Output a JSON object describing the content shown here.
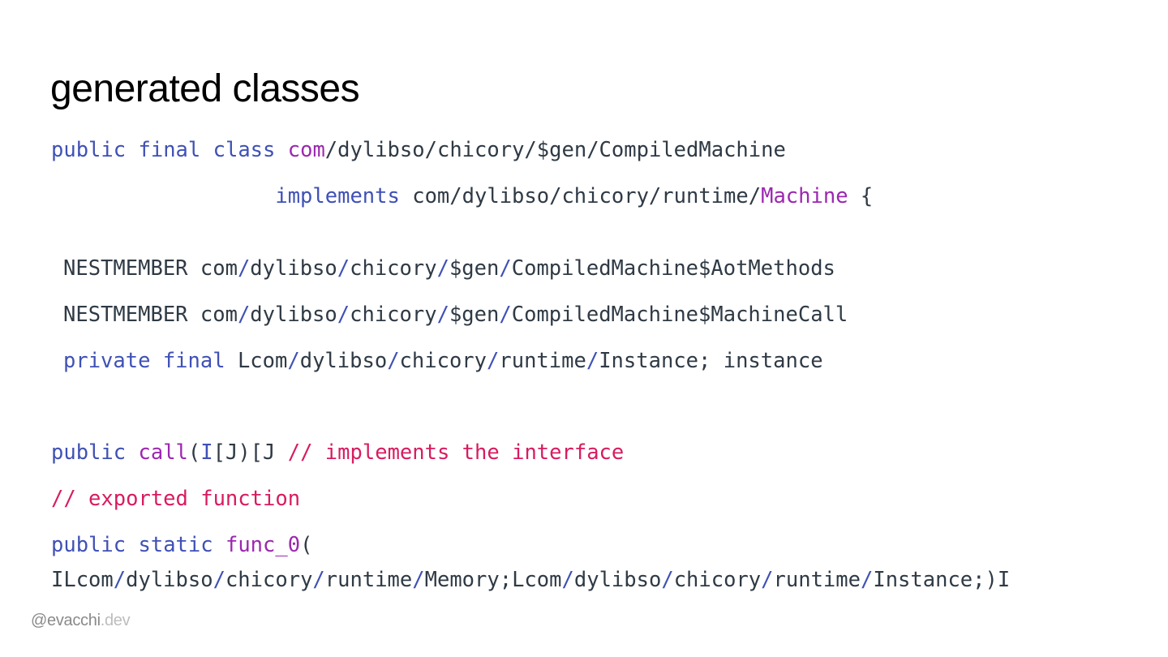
{
  "slide": {
    "title": "generated classes",
    "footer": {
      "handle": "@evacchi",
      "domain": ".dev"
    }
  },
  "colors": {
    "keyword": "#3f51b5",
    "name": "#9c27b0",
    "comment": "#d81b60",
    "text": "#2f3a45",
    "footer_handle": "#8a8a8a",
    "footer_domain": "#bdbdbd"
  },
  "code": {
    "lines": [
      {
        "indent": 0,
        "tokens": [
          {
            "t": "public",
            "k": "keyword"
          },
          {
            "t": " ",
            "k": "text"
          },
          {
            "t": "final",
            "k": "keyword"
          },
          {
            "t": " ",
            "k": "text"
          },
          {
            "t": "class",
            "k": "keyword"
          },
          {
            "t": " ",
            "k": "text"
          },
          {
            "t": "com",
            "k": "name"
          },
          {
            "t": "/dylibso/chicory/$gen/CompiledMachine",
            "k": "text"
          }
        ]
      },
      {
        "indent": 0,
        "tokens": [
          {
            "t": "                  ",
            "k": "text"
          },
          {
            "t": "implements",
            "k": "keyword"
          },
          {
            "t": " com/dylibso/chicory/runtime/",
            "k": "text"
          },
          {
            "t": "Machine",
            "k": "name"
          },
          {
            "t": " {",
            "k": "text"
          }
        ]
      },
      {
        "indent": 1,
        "tokens": [
          {
            "t": "NESTMEMBER com",
            "k": "text"
          },
          {
            "t": "/",
            "k": "keyword"
          },
          {
            "t": "dylibso",
            "k": "text"
          },
          {
            "t": "/",
            "k": "keyword"
          },
          {
            "t": "chicory",
            "k": "text"
          },
          {
            "t": "/",
            "k": "keyword"
          },
          {
            "t": "$gen",
            "k": "text"
          },
          {
            "t": "/",
            "k": "keyword"
          },
          {
            "t": "CompiledMachine$AotMethods",
            "k": "text"
          }
        ]
      },
      {
        "indent": 1,
        "tokens": [
          {
            "t": "NESTMEMBER com",
            "k": "text"
          },
          {
            "t": "/",
            "k": "keyword"
          },
          {
            "t": "dylibso",
            "k": "text"
          },
          {
            "t": "/",
            "k": "keyword"
          },
          {
            "t": "chicory",
            "k": "text"
          },
          {
            "t": "/",
            "k": "keyword"
          },
          {
            "t": "$gen",
            "k": "text"
          },
          {
            "t": "/",
            "k": "keyword"
          },
          {
            "t": "CompiledMachine$MachineCall",
            "k": "text"
          }
        ]
      },
      {
        "indent": 1,
        "tokens": [
          {
            "t": "private",
            "k": "keyword"
          },
          {
            "t": " ",
            "k": "text"
          },
          {
            "t": "final",
            "k": "keyword"
          },
          {
            "t": " Lcom",
            "k": "text"
          },
          {
            "t": "/",
            "k": "keyword"
          },
          {
            "t": "dylibso",
            "k": "text"
          },
          {
            "t": "/",
            "k": "keyword"
          },
          {
            "t": "chicory",
            "k": "text"
          },
          {
            "t": "/",
            "k": "keyword"
          },
          {
            "t": "runtime",
            "k": "text"
          },
          {
            "t": "/",
            "k": "keyword"
          },
          {
            "t": "Instance; instance",
            "k": "text"
          }
        ]
      },
      {
        "indent": 0,
        "tokens": [
          {
            "t": "public",
            "k": "keyword"
          },
          {
            "t": " ",
            "k": "text"
          },
          {
            "t": "call",
            "k": "name"
          },
          {
            "t": "(",
            "k": "text"
          },
          {
            "t": "I",
            "k": "keyword"
          },
          {
            "t": "[J)[J ",
            "k": "text"
          },
          {
            "t": "// implements the interface",
            "k": "comment"
          }
        ]
      },
      {
        "indent": 0,
        "tokens": [
          {
            "t": "// exported function",
            "k": "comment"
          }
        ]
      },
      {
        "indent": 0,
        "tokens": [
          {
            "t": "public",
            "k": "keyword"
          },
          {
            "t": " ",
            "k": "text"
          },
          {
            "t": "static",
            "k": "keyword"
          },
          {
            "t": " ",
            "k": "text"
          },
          {
            "t": "func_0",
            "k": "name"
          },
          {
            "t": "(",
            "k": "text"
          }
        ]
      },
      {
        "indent": 0,
        "tokens": [
          {
            "t": "ILcom",
            "k": "text"
          },
          {
            "t": "/",
            "k": "keyword"
          },
          {
            "t": "dylibso",
            "k": "text"
          },
          {
            "t": "/",
            "k": "keyword"
          },
          {
            "t": "chicory",
            "k": "text"
          },
          {
            "t": "/",
            "k": "keyword"
          },
          {
            "t": "runtime",
            "k": "text"
          },
          {
            "t": "/",
            "k": "keyword"
          },
          {
            "t": "Memory;Lcom",
            "k": "text"
          },
          {
            "t": "/",
            "k": "keyword"
          },
          {
            "t": "dylibso",
            "k": "text"
          },
          {
            "t": "/",
            "k": "keyword"
          },
          {
            "t": "chicory",
            "k": "text"
          },
          {
            "t": "/",
            "k": "keyword"
          },
          {
            "t": "runtime",
            "k": "text"
          },
          {
            "t": "/",
            "k": "keyword"
          },
          {
            "t": "Instance;)I",
            "k": "text"
          }
        ]
      }
    ]
  }
}
